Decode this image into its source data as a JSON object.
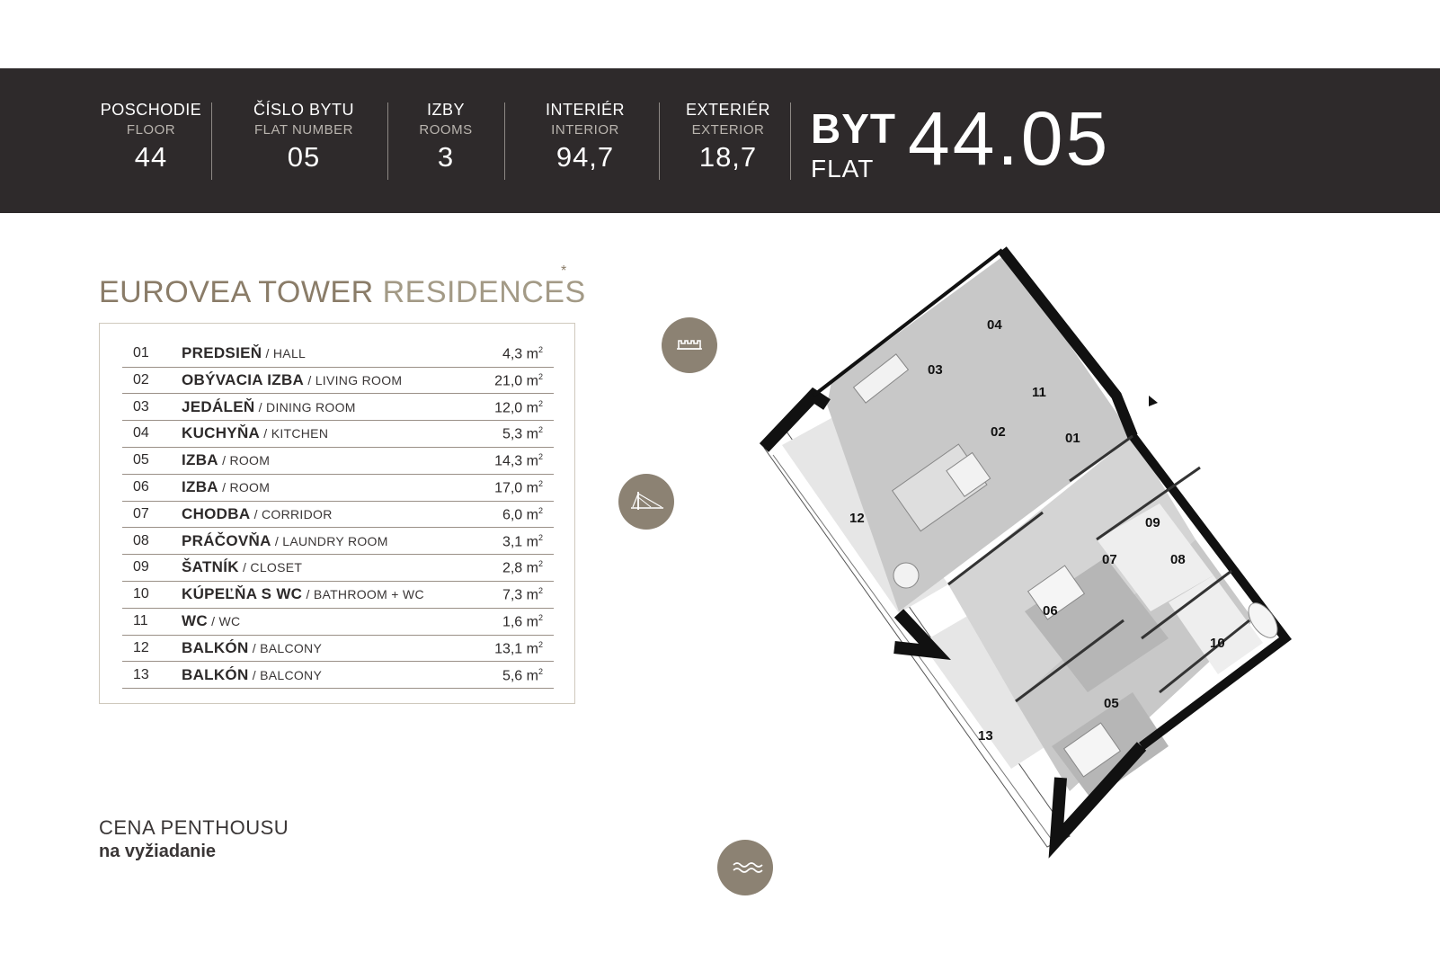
{
  "banner": {
    "stats": [
      {
        "sk": "POSCHODIE",
        "en": "FLOOR",
        "value": "44"
      },
      {
        "sk": "ČÍSLO BYTU",
        "en": "FLAT NUMBER",
        "value": "05"
      },
      {
        "sk": "IZBY",
        "en": "ROOMS",
        "value": "3"
      },
      {
        "sk": "INTERIÉR",
        "en": "INTERIOR",
        "value": "94,7"
      },
      {
        "sk": "EXTERIÉR",
        "en": "EXTERIOR",
        "value": "18,7"
      }
    ],
    "byt_label": "BYT",
    "flat_label": "FLAT",
    "flat_id": "44.05"
  },
  "brand": {
    "part1": "EUROVEA TOWER",
    "part2": "RESIDENCES",
    "star": "*"
  },
  "rooms": [
    {
      "num": "01",
      "sk": "PREDSIEŇ",
      "en": "HALL",
      "area": "4,3"
    },
    {
      "num": "02",
      "sk": "OBÝVACIA IZBA",
      "en": "LIVING ROOM",
      "area": "21,0"
    },
    {
      "num": "03",
      "sk": "JEDÁLEŇ",
      "en": "DINING ROOM",
      "area": "12,0"
    },
    {
      "num": "04",
      "sk": "KUCHYŇA",
      "en": "KITCHEN",
      "area": "5,3"
    },
    {
      "num": "05",
      "sk": "IZBA",
      "en": "ROOM",
      "area": "14,3"
    },
    {
      "num": "06",
      "sk": "IZBA",
      "en": "ROOM",
      "area": "17,0"
    },
    {
      "num": "07",
      "sk": "CHODBA",
      "en": "CORRIDOR",
      "area": "6,0"
    },
    {
      "num": "08",
      "sk": "PRÁČOVŇA",
      "en": "LAUNDRY ROOM",
      "area": "3,1"
    },
    {
      "num": "09",
      "sk": "ŠATNÍK",
      "en": "CLOSET",
      "area": "2,8"
    },
    {
      "num": "10",
      "sk": "KÚPEĽŇA S WC",
      "en": "BATHROOM + WC",
      "area": "7,3"
    },
    {
      "num": "11",
      "sk": "WC",
      "en": "WC",
      "area": "1,6"
    },
    {
      "num": "12",
      "sk": "BALKÓN",
      "en": "BALCONY",
      "area": "13,1"
    },
    {
      "num": "13",
      "sk": "BALKÓN",
      "en": "BALCONY",
      "area": "5,6"
    }
  ],
  "unit": "m",
  "unit_sup": "2",
  "price": {
    "label": "CENA PENTHOUSU",
    "value": "na vyžiadanie"
  },
  "plan_labels": [
    "01",
    "02",
    "03",
    "04",
    "05",
    "06",
    "07",
    "08",
    "09",
    "10",
    "11",
    "12",
    "13"
  ],
  "icons": [
    "castle-view-icon",
    "bridge-view-icon",
    "river-view-icon"
  ],
  "colors": {
    "banner": "#2e2a2b",
    "accent": "#8c8273",
    "brand": "#8a7c68"
  }
}
